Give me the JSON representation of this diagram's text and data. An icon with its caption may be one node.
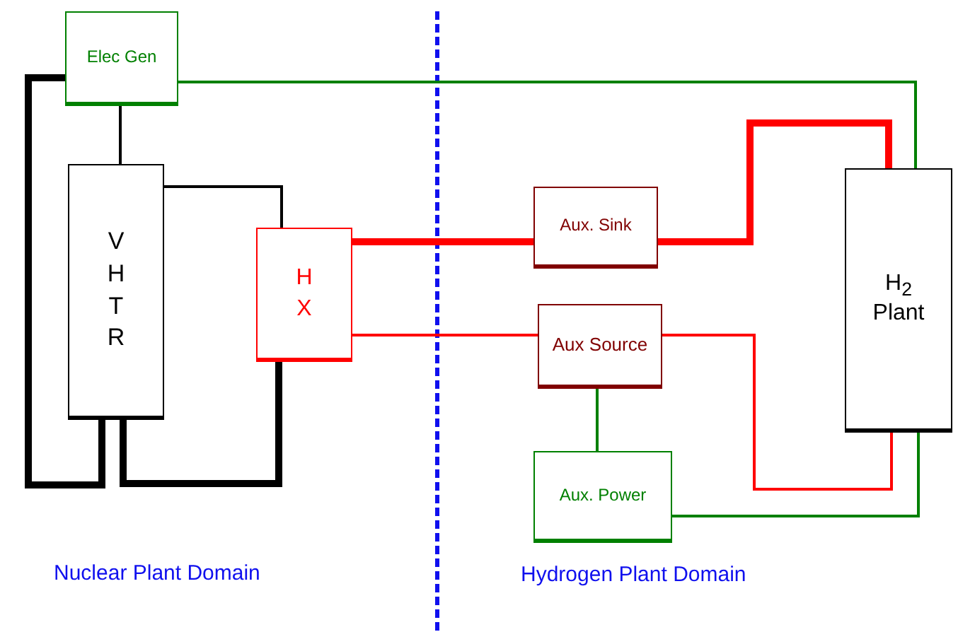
{
  "diagram": {
    "nodes": [
      {
        "text": [
          "Elec Gen"
        ]
      },
      {
        "text": [
          "VHTR"
        ]
      },
      {
        "text": [
          "HX"
        ]
      },
      {
        "text": [
          "Aux. Sink"
        ]
      },
      {
        "text": [
          "Aux Source"
        ]
      },
      {
        "text": [
          "H$_{2}$ Plant"
        ]
      },
      {
        "text": [
          "Aux. Power"
        ]
      }
    ],
    "edges": [
      {
        "from": 0,
        "to": 1,
        "arrow": "none"
      },
      {
        "from": 0,
        "to": 1,
        "arrow": "none",
        "style": "thick"
      },
      {
        "from": 1,
        "to": 2,
        "arrow": "none"
      },
      {
        "from": 2,
        "to": 1,
        "arrow": "none",
        "style": "thick"
      },
      {
        "from": 0,
        "to": 5,
        "arrow": "none",
        "color": "#008000"
      },
      {
        "from": 2,
        "to": 3,
        "arrow": "none",
        "style": "thick",
        "color": "#ff0000"
      },
      {
        "from": 3,
        "to": 5,
        "arrow": "none",
        "style": "thick",
        "color": "#ff0000"
      },
      {
        "from": 2,
        "to": 4,
        "arrow": "none",
        "color": "#ff0000"
      },
      {
        "from": 4,
        "to": 5,
        "arrow": "none",
        "color": "#ff0000"
      },
      {
        "from": 4,
        "to": 6,
        "arrow": "none",
        "color": "#008000"
      },
      {
        "from": 6,
        "to": 5,
        "arrow": "none",
        "color": "#008000"
      }
    ],
    "labels": [
      "Nuclear Plant Domain",
      "Hydrogen Plant Domain"
    ]
  }
}
